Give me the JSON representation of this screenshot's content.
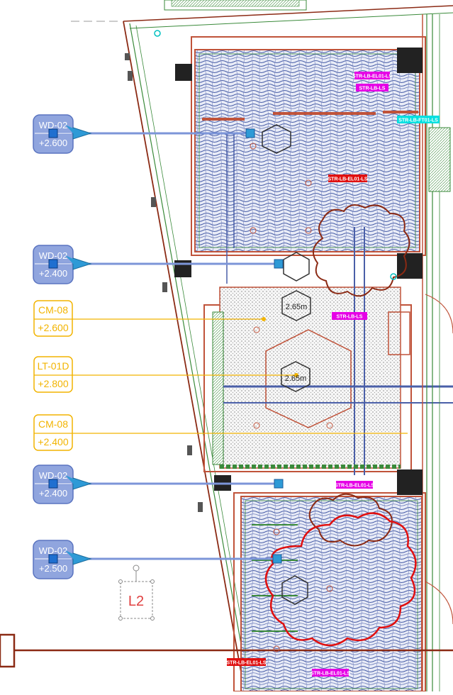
{
  "colors": {
    "wall": "#c0533a",
    "wall_dark": "#8b2a14",
    "green_line": "#3a8a3a",
    "hatch_blue": "#4a5fa8",
    "tag_yellow": "#f2b400",
    "tag_blue_fill": "#7c95d8",
    "leader_blue": "#2e9ad6",
    "magenta": "#e600e6",
    "red_tag": "#e01010",
    "cyan_tag": "#00e0e0",
    "cloud_red": "#e01010"
  },
  "tags_blue": [
    {
      "code": "WD-02",
      "value": "+2.600"
    },
    {
      "code": "WD-02",
      "value": "+2.400"
    },
    {
      "code": "WD-02",
      "value": "+2.400"
    },
    {
      "code": "WD-02",
      "value": "+2.500"
    }
  ],
  "tags_yellow": [
    {
      "code": "CM-08",
      "value": "+2.600"
    },
    {
      "code": "LT-01D",
      "value": "+2.800"
    },
    {
      "code": "CM-08",
      "value": "+2.400"
    }
  ],
  "hex_markers": [
    "2.65m",
    "2.65m"
  ],
  "level_marker": {
    "label": "L2"
  },
  "small_labels": {
    "magenta": [
      "STR-LB-EL01-LS",
      "STR-LB-LS",
      "STR-LB-LS",
      "STR-LB-EL01-LS",
      "STR-LB-EL01-LS"
    ],
    "red": [
      "STR-LB-EL01-LS",
      "STR-LB-EL01-LS"
    ],
    "cyan": [
      "STR-LB-FT01-LS"
    ]
  }
}
